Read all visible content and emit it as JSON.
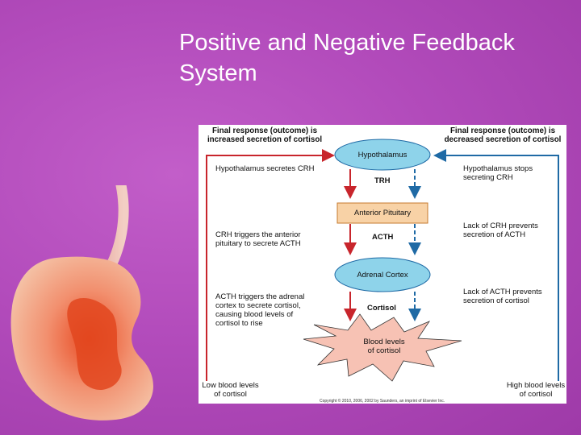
{
  "slide": {
    "title": "Positive and Negative Feedback System"
  },
  "diagram": {
    "left_header": "Final response (outcome) is increased secretion of cortisol",
    "right_header": "Final response (outcome) is decreased secretion of cortisol",
    "nodes": {
      "hypothalamus": "Hypothalamus",
      "anterior_pituitary": "Anterior Pituitary",
      "adrenal_cortex": "Adrenal Cortex",
      "blood": "Blood levels of cortisol"
    },
    "hormones": {
      "trh": "TRH",
      "acth": "ACTH",
      "cortisol": "Cortisol"
    },
    "left_notes": [
      "Hypothalamus secretes CRH",
      "CRH triggers the anterior pituitary to secrete ACTH",
      "ACTH triggers the adrenal cortex to secrete cortisol, causing blood levels of cortisol to rise"
    ],
    "right_notes": [
      "Hypothalamus stops secreting CRH",
      "Lack of CRH prevents secretion of ACTH",
      "Lack of ACTH prevents secretion of cortisol"
    ],
    "bottom_left": "Low blood levels of cortisol",
    "bottom_right": "High blood levels of cortisol",
    "copyright": "Copyright © 2010, 2006, 2002 by Saunders, an imprint of Elsevier Inc.",
    "colors": {
      "positive": "#c8252c",
      "negative": "#1f6aa5",
      "oval_fill": "#8ed3ea",
      "box_fill": "#f8d2a6",
      "star_fill": "#f7c2b4"
    }
  }
}
